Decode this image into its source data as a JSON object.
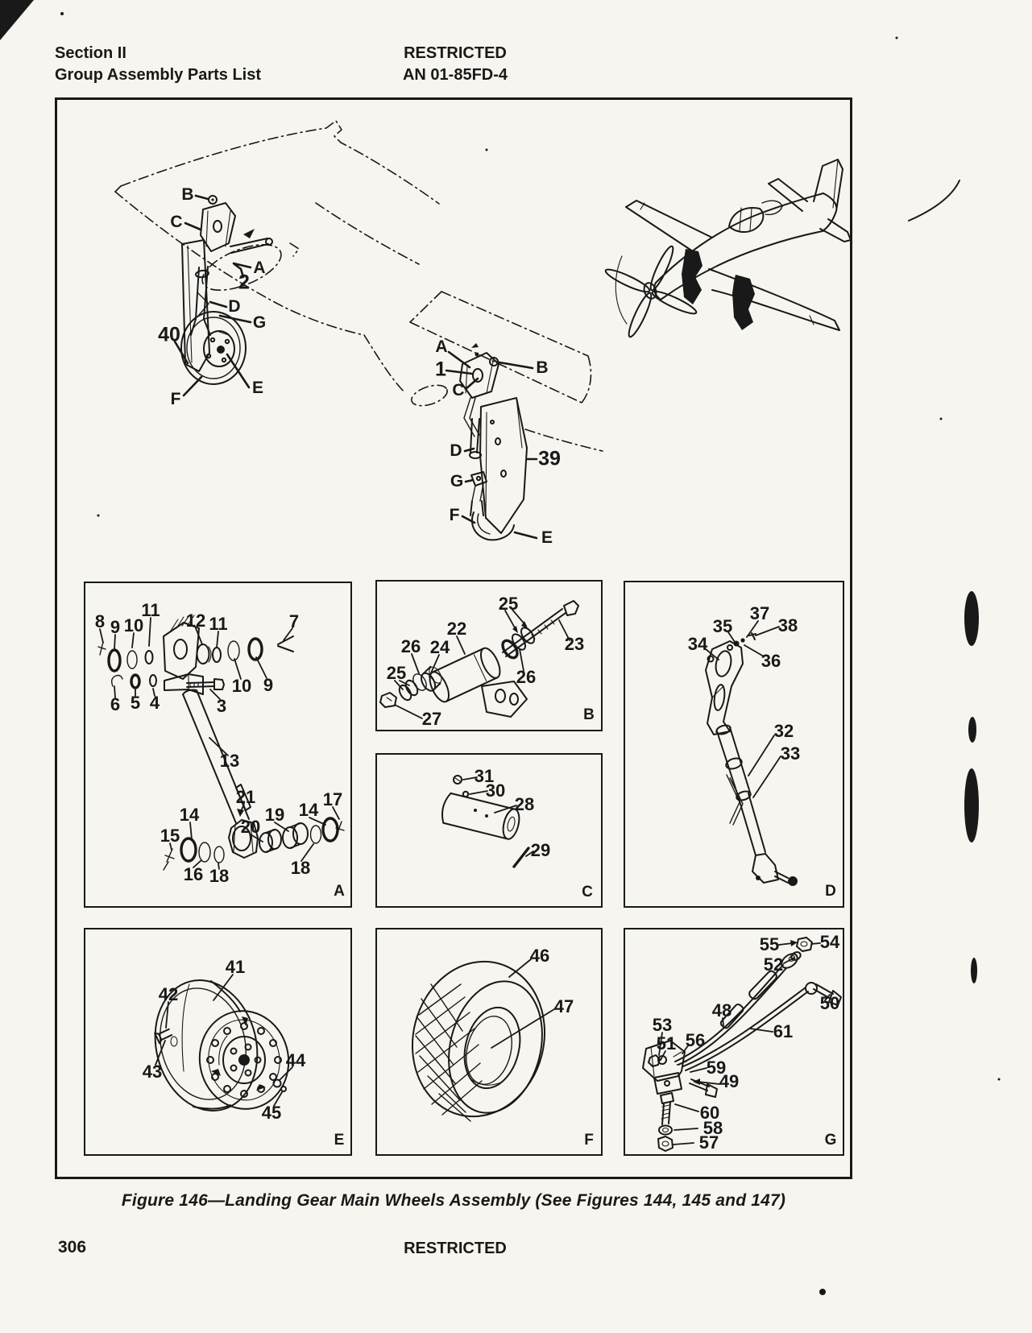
{
  "header": {
    "section_line1": "Section II",
    "section_line2": "Group Assembly Parts List",
    "classification": "RESTRICTED",
    "doc_number": "AN 01-85FD-4"
  },
  "figure": {
    "caption": "Figure 146—Landing Gear Main Wheels Assembly (See Figures 144, 145 and 147)",
    "overview_left": {
      "callouts": [
        "B",
        "C",
        "A",
        "2",
        "D",
        "G",
        "40",
        "E",
        "F"
      ]
    },
    "overview_center": {
      "callouts": [
        "A",
        "1",
        "B",
        "C",
        "D",
        "39",
        "G",
        "F",
        "E"
      ]
    },
    "panel_a": {
      "corner": "A",
      "callouts": [
        "8",
        "9",
        "10",
        "11",
        "12",
        "11",
        "7",
        "10",
        "9",
        "6",
        "5",
        "4",
        "3",
        "13",
        "21",
        "14",
        "15",
        "16",
        "18",
        "20",
        "19",
        "18",
        "14",
        "17"
      ]
    },
    "panel_b": {
      "corner": "B",
      "callouts": [
        "25",
        "22",
        "23",
        "26",
        "24",
        "25",
        "26",
        "27"
      ]
    },
    "panel_c": {
      "corner": "C",
      "callouts": [
        "31",
        "30",
        "28",
        "29"
      ]
    },
    "panel_d": {
      "corner": "D",
      "callouts": [
        "37",
        "35",
        "38",
        "34",
        "36",
        "32",
        "33"
      ]
    },
    "panel_e": {
      "corner": "E",
      "callouts": [
        "41",
        "42",
        "43",
        "44",
        "45"
      ]
    },
    "panel_f": {
      "corner": "F",
      "callouts": [
        "46",
        "47"
      ]
    },
    "panel_g": {
      "corner": "G",
      "callouts": [
        "55",
        "54",
        "52",
        "50",
        "48",
        "61",
        "53",
        "51",
        "56",
        "59",
        "49",
        "60",
        "58",
        "57"
      ]
    }
  },
  "footer": {
    "page_number": "306",
    "classification": "RESTRICTED"
  },
  "colors": {
    "paper": "#f7f5ef",
    "ink": "#191919"
  }
}
